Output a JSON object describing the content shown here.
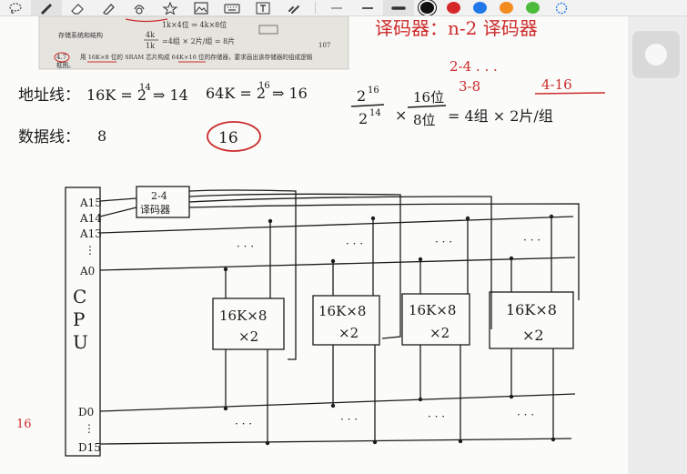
{
  "toolbar": {
    "tools": [
      "lasso-tool",
      "pen-tool",
      "eraser-tool",
      "highlighter-tool",
      "shape-tool",
      "star-tool",
      "image-tool",
      "keyboard-tool",
      "text-tool",
      "link-tool"
    ],
    "line_widths": [
      "thin",
      "medium",
      "thick"
    ],
    "colors": [
      "#111111",
      "#d62728",
      "#1f77e8",
      "#f28c1e",
      "#4cbb3c"
    ]
  },
  "textbook": {
    "header_left": "存储系统和结构",
    "page_number": "107",
    "scribble": "1k×4位 ⇒ 4k×8位",
    "fraction_top": "4k",
    "fraction_bottom": "1k",
    "fraction_note": "=4组 × 2片/组 = 8片",
    "problem_number": "4.7",
    "problem_line1": "用 16K×8 位的 SRAM 芯片构成 64K×16 位的存储器，要求画出该存储器的组成逻辑",
    "problem_line2": "框图。"
  },
  "notes": {
    "decoder_title": "译码器：n-2  译码器",
    "option_dots": "2-4 . . .",
    "option_38": "3-8",
    "option_416": "4-16",
    "addr_label": "地址线：",
    "addr_16k": "16K = 2",
    "addr_16k_exp": "14",
    "addr_16k_res": "⇒ 14",
    "addr_64k": "64K = 2",
    "addr_64k_exp": "16",
    "addr_64k_res": "⇒ 16",
    "data_label": "数据线：",
    "data_value": "8",
    "circled": "16",
    "frac1_top": "2",
    "frac1_top_exp": "16",
    "frac1_bottom": "2",
    "frac1_bottom_exp": "14",
    "times": "×",
    "frac2_top": "16位",
    "frac2_bottom": "8位",
    "group_result": "= 4组 × 2片/组",
    "margin_16": "16"
  },
  "diagram": {
    "cpu_letters": [
      "C",
      "P",
      "U"
    ],
    "addr_pins": [
      "A15",
      "A14",
      "A13",
      "⋮",
      "A0"
    ],
    "data_pins": [
      "D0",
      "⋮",
      "D15"
    ],
    "decoder_label_top": "2-4",
    "decoder_label_bottom": "译码器",
    "chips": [
      {
        "line1": "16K×8",
        "line2": "×2"
      },
      {
        "line1": "16K×8",
        "line2": "×2"
      },
      {
        "line1": "16K×8",
        "line2": "×2"
      },
      {
        "line1": "16K×8",
        "line2": "×2"
      }
    ],
    "ellipsis": "· · ·"
  }
}
